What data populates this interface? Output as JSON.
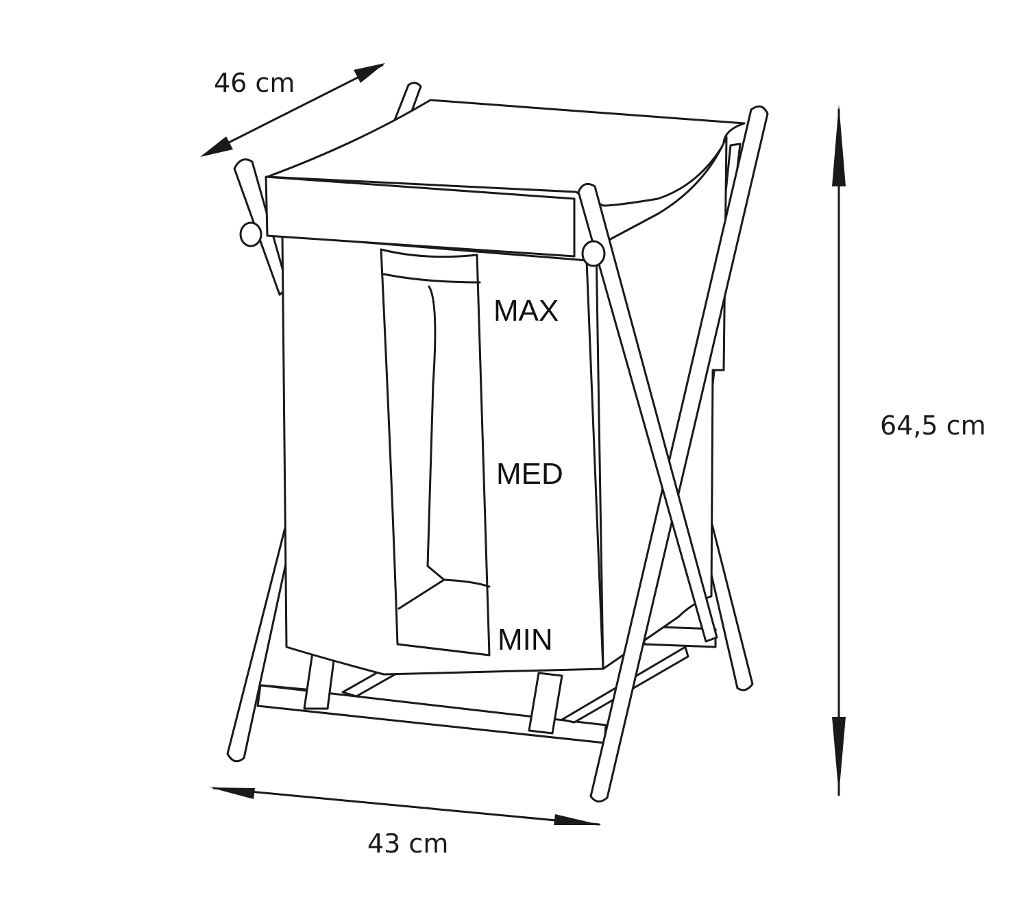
{
  "dimensions": {
    "depth": "46 cm",
    "width": "43 cm",
    "height": "64,5 cm"
  },
  "fill_levels": {
    "max": "MAX",
    "med": "MED",
    "min": "MIN"
  },
  "colors": {
    "line": "#1a1a1a",
    "background": "#ffffff"
  }
}
